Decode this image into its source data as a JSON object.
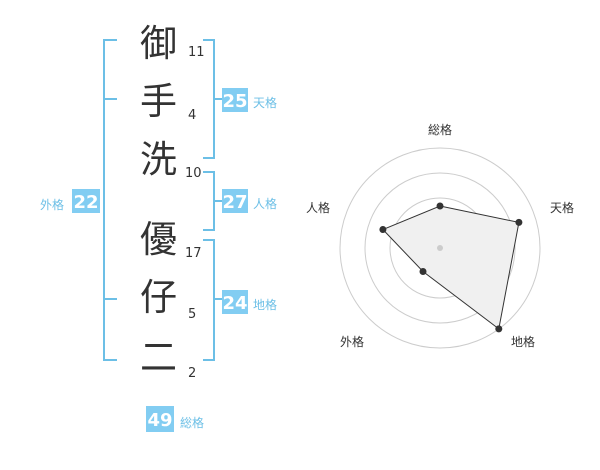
{
  "name": {
    "chars": [
      {
        "char": "御",
        "strokes": "11"
      },
      {
        "char": "手",
        "strokes": "4"
      },
      {
        "char": "洗",
        "strokes": "10"
      },
      {
        "char": "優",
        "strokes": "17"
      },
      {
        "char": "仔",
        "strokes": "5"
      },
      {
        "char": "二",
        "strokes": "2"
      }
    ]
  },
  "fortunes": {
    "tenkaku": {
      "value": "25",
      "label": "天格"
    },
    "jinkaku": {
      "value": "27",
      "label": "人格"
    },
    "chikaku": {
      "value": "24",
      "label": "地格"
    },
    "gaikaku": {
      "value": "22",
      "label": "外格"
    },
    "soukaku": {
      "value": "49",
      "label": "総格"
    }
  },
  "radar": {
    "labels": {
      "soukaku": "総格",
      "tenkaku": "天格",
      "chikaku": "地格",
      "gaikaku": "外格",
      "jinkaku": "人格"
    },
    "levels": {
      "soukaku": 0.42,
      "tenkaku": 0.83,
      "chikaku": 1.0,
      "gaikaku": 0.29,
      "jinkaku": 0.6
    }
  },
  "colors": {
    "accent": "#6cbfe6",
    "box": "#82cdf2",
    "text": "#333333",
    "grid": "#cccccc",
    "fill": "#f0f0f0"
  }
}
